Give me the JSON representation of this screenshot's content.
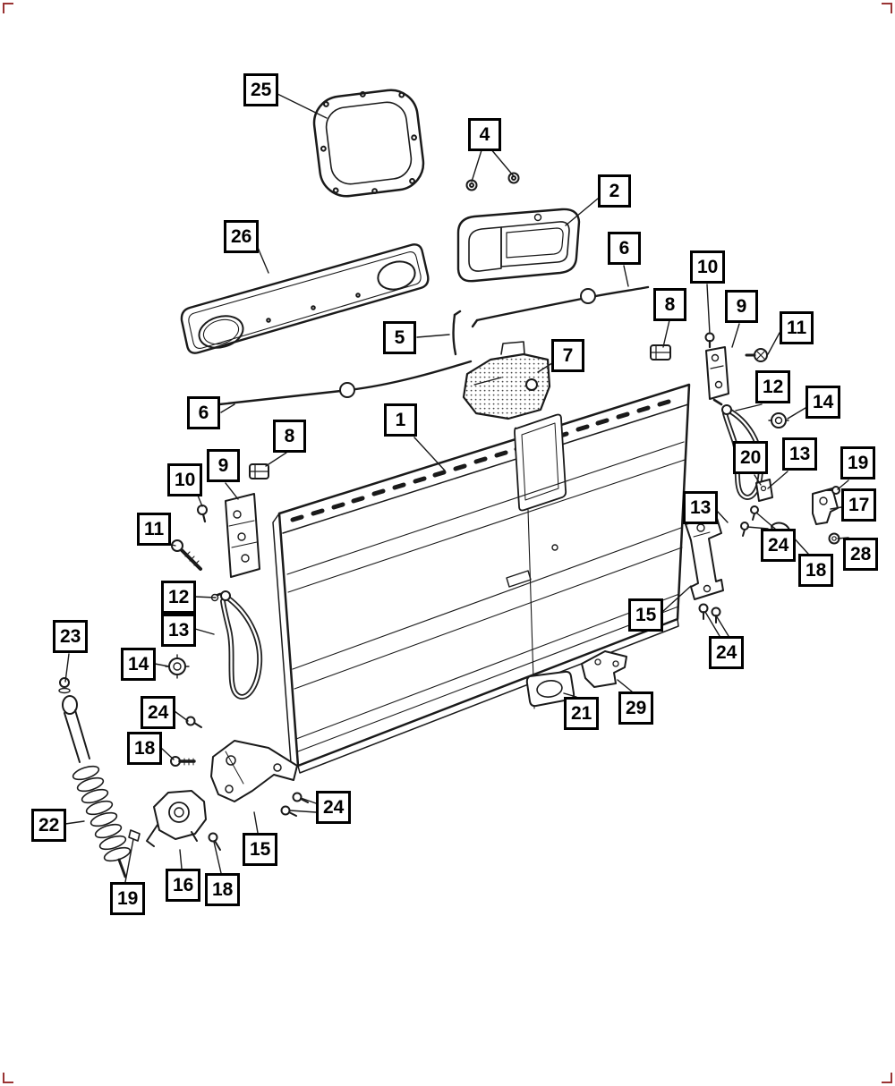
{
  "diagram": {
    "colors": {
      "background": "#ffffff",
      "line": "#1a1a1a",
      "callout_border": "#000000",
      "crop_marks": "#993333"
    },
    "callouts": [
      {
        "label": "25"
      },
      {
        "label": "4"
      },
      {
        "label": "2"
      },
      {
        "label": "26"
      },
      {
        "label": "6"
      },
      {
        "label": "10"
      },
      {
        "label": "8"
      },
      {
        "label": "9"
      },
      {
        "label": "11"
      },
      {
        "label": "5"
      },
      {
        "label": "7"
      },
      {
        "label": "12"
      },
      {
        "label": "14"
      },
      {
        "label": "6"
      },
      {
        "label": "1"
      },
      {
        "label": "8"
      },
      {
        "label": "20"
      },
      {
        "label": "13"
      },
      {
        "label": "19"
      },
      {
        "label": "9"
      },
      {
        "label": "10"
      },
      {
        "label": "17"
      },
      {
        "label": "13"
      },
      {
        "label": "11"
      },
      {
        "label": "24"
      },
      {
        "label": "28"
      },
      {
        "label": "18"
      },
      {
        "label": "12"
      },
      {
        "label": "13"
      },
      {
        "label": "15"
      },
      {
        "label": "14"
      },
      {
        "label": "23"
      },
      {
        "label": "24"
      },
      {
        "label": "24"
      },
      {
        "label": "21"
      },
      {
        "label": "29"
      },
      {
        "label": "18"
      },
      {
        "label": "22"
      },
      {
        "label": "24"
      },
      {
        "label": "15"
      },
      {
        "label": "19"
      },
      {
        "label": "16"
      },
      {
        "label": "18"
      }
    ]
  }
}
